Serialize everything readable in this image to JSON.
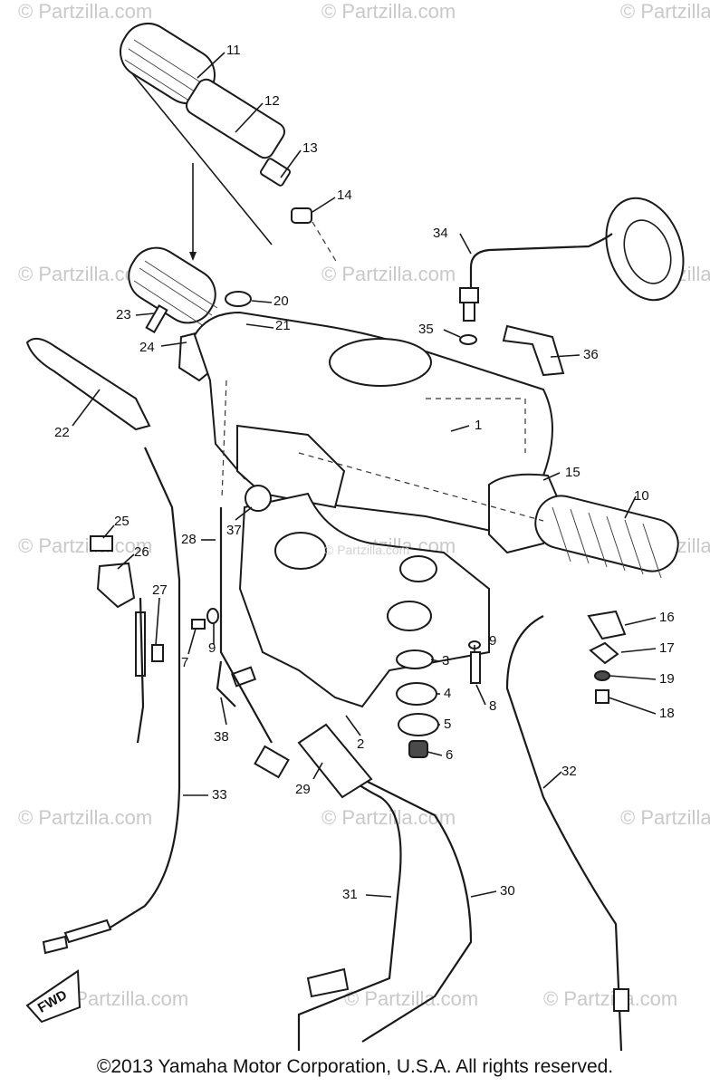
{
  "watermarks": [
    "© Partzilla.com",
    "© Partzilla.com",
    "© Partzilla.com",
    "© Partzilla.com",
    "© Partzilla.com",
    "© Partzilla.com",
    "© Partzilla.com",
    "© Partzilla.com",
    "© Partzilla.com",
    "© Partzilla.com",
    "© Partzilla.com",
    "© Partzilla.com",
    "© Partzilla.com",
    "© Partzilla.com",
    "© Partzilla.com"
  ],
  "center_watermark": "© Partzilla.com",
  "callouts": [
    "11",
    "12",
    "13",
    "14",
    "34",
    "20",
    "21",
    "23",
    "35",
    "36",
    "24",
    "22",
    "1",
    "15",
    "10",
    "25",
    "37",
    "28",
    "26",
    "27",
    "16",
    "9",
    "7",
    "9",
    "17",
    "3",
    "19",
    "4",
    "38",
    "8",
    "18",
    "5",
    "2",
    "6",
    "32",
    "29",
    "33",
    "31",
    "30"
  ],
  "fwd_label": "FWD",
  "copyright": "©2013 Yamaha Motor Corporation, U.S.A. All rights reserved."
}
